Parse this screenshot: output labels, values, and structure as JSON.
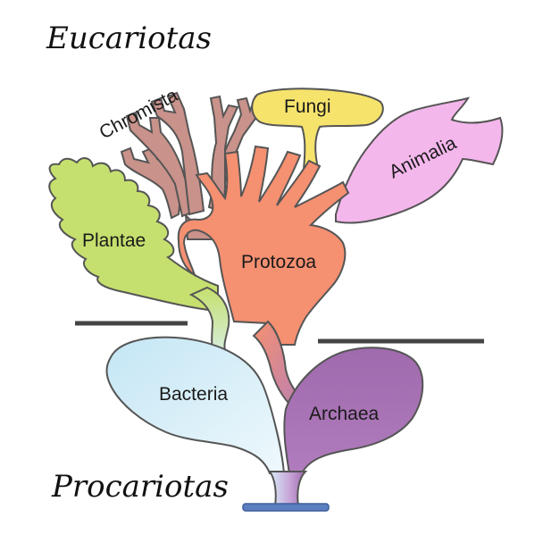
{
  "headings": {
    "top": "Eucariotas",
    "bottom": "Procariotas"
  },
  "kingdoms": {
    "chromista": "Chromista",
    "fungi": "Fungi",
    "animalia": "Animalia",
    "plantae": "Plantae",
    "protozoa": "Protozoa",
    "bacteria": "Bacteria",
    "archaea": "Archaea"
  },
  "colors": {
    "chromista": "#c9928a",
    "fungi": "#f6e36c",
    "animalia": "#f4b7ec",
    "plantae": "#c5e06e",
    "protozoa": "#f59071",
    "bacteria": "#d2ecf6",
    "archaea": "#a66fb2",
    "divider": "#444444",
    "base": "#5b7fc0"
  }
}
